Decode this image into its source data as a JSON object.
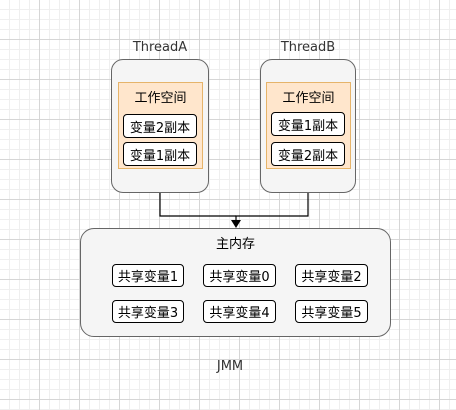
{
  "thread_a": {
    "name": "ThreadA",
    "workspace": "工作空间",
    "vars": [
      "变量2副本",
      "变量1副本"
    ]
  },
  "thread_b": {
    "name": "ThreadB",
    "workspace": "工作空间",
    "vars": [
      "变量1副本",
      "变量2副本"
    ]
  },
  "main_memory": {
    "title": "主内存",
    "vars": [
      "共享变量1",
      "共享变量0",
      "共享变量2",
      "共享变量3",
      "共享变量4",
      "共享变量5"
    ]
  },
  "caption": "JMM"
}
